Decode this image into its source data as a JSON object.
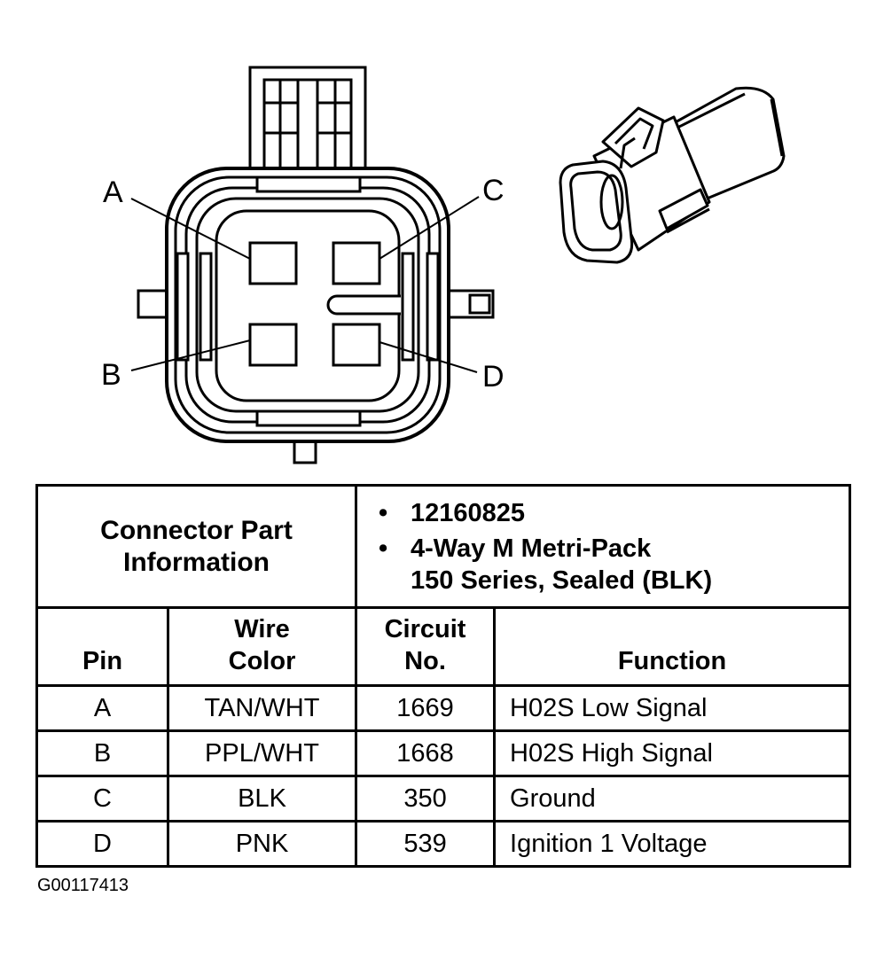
{
  "connector": {
    "pin_labels": {
      "a": "A",
      "b": "B",
      "c": "C",
      "d": "D"
    }
  },
  "part_info": {
    "header_line1": "Connector Part",
    "header_line2": "Information",
    "bullet_symbol": "•",
    "part_number": "12160825",
    "description_line1": "4-Way M Metri-Pack",
    "description_line2": "150 Series, Sealed (BLK)"
  },
  "columns": {
    "pin": "Pin",
    "wire_color_line1": "Wire",
    "wire_color_line2": "Color",
    "circuit_line1": "Circuit",
    "circuit_line2": "No.",
    "function": "Function"
  },
  "rows": [
    {
      "pin": "A",
      "wire_color": "TAN/WHT",
      "circuit": "1669",
      "function": "H02S Low Signal"
    },
    {
      "pin": "B",
      "wire_color": "PPL/WHT",
      "circuit": "1668",
      "function": "H02S High Signal"
    },
    {
      "pin": "C",
      "wire_color": "BLK",
      "circuit": "350",
      "function": "Ground"
    },
    {
      "pin": "D",
      "wire_color": "PNK",
      "circuit": "539",
      "function": "Ignition 1 Voltage"
    }
  ],
  "figure_id": "G00117413"
}
